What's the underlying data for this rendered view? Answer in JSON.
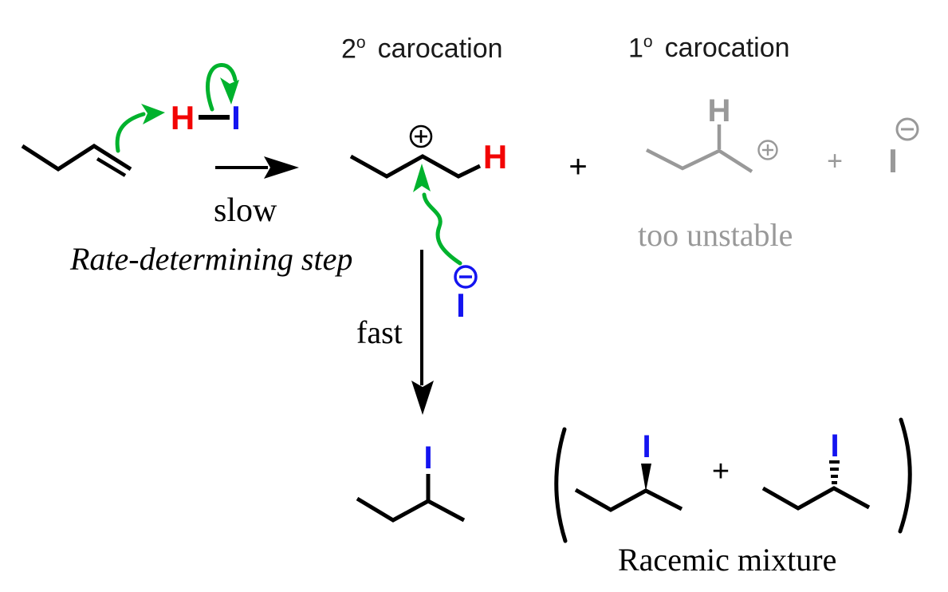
{
  "colors": {
    "bond_black": "#000000",
    "atom_red": "#f20404",
    "atom_blue": "#1414f0",
    "muted_gray": "#999999",
    "arrow_green": "#00b22d"
  },
  "step1": {
    "reagent": {
      "h": "H",
      "i": "I"
    },
    "arrow_label": "slow",
    "caption": "Rate-determining step"
  },
  "carbocations": {
    "secondary": {
      "degree": "2",
      "degree_sup": "o",
      "word": "carocation",
      "h": "H"
    },
    "plus_between_products": "+",
    "primary": {
      "degree": "1",
      "degree_sup": "o",
      "word": "carocation",
      "h": "H",
      "plus": "+",
      "counter_ion": "I",
      "note": "too unstable"
    }
  },
  "step2": {
    "arrow_label": "fast",
    "nucleophile_i": "I"
  },
  "products": {
    "main_i": "I",
    "racemic": {
      "isomer1_i": "I",
      "plus": "+",
      "isomer2_i": "I",
      "caption": "Racemic mixture"
    }
  },
  "icons": {
    "positive_charge": "circled-plus",
    "negative_charge": "circled-minus",
    "electron_arrow": "green-curved-arrow"
  }
}
